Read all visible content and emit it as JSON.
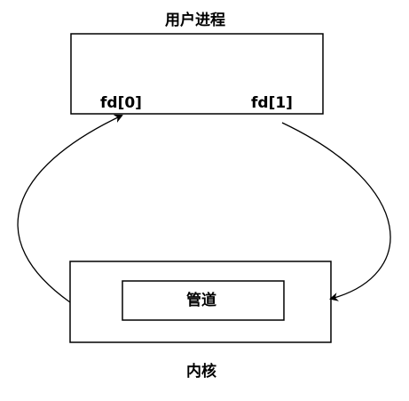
{
  "diagram": {
    "user_process_label": "用户进程",
    "fd_read": "fd[0]",
    "fd_write": "fd[1]",
    "pipe_label": "管道",
    "kernel_label": "内核"
  },
  "colors": {
    "stroke": "#000000",
    "background": "#ffffff"
  }
}
